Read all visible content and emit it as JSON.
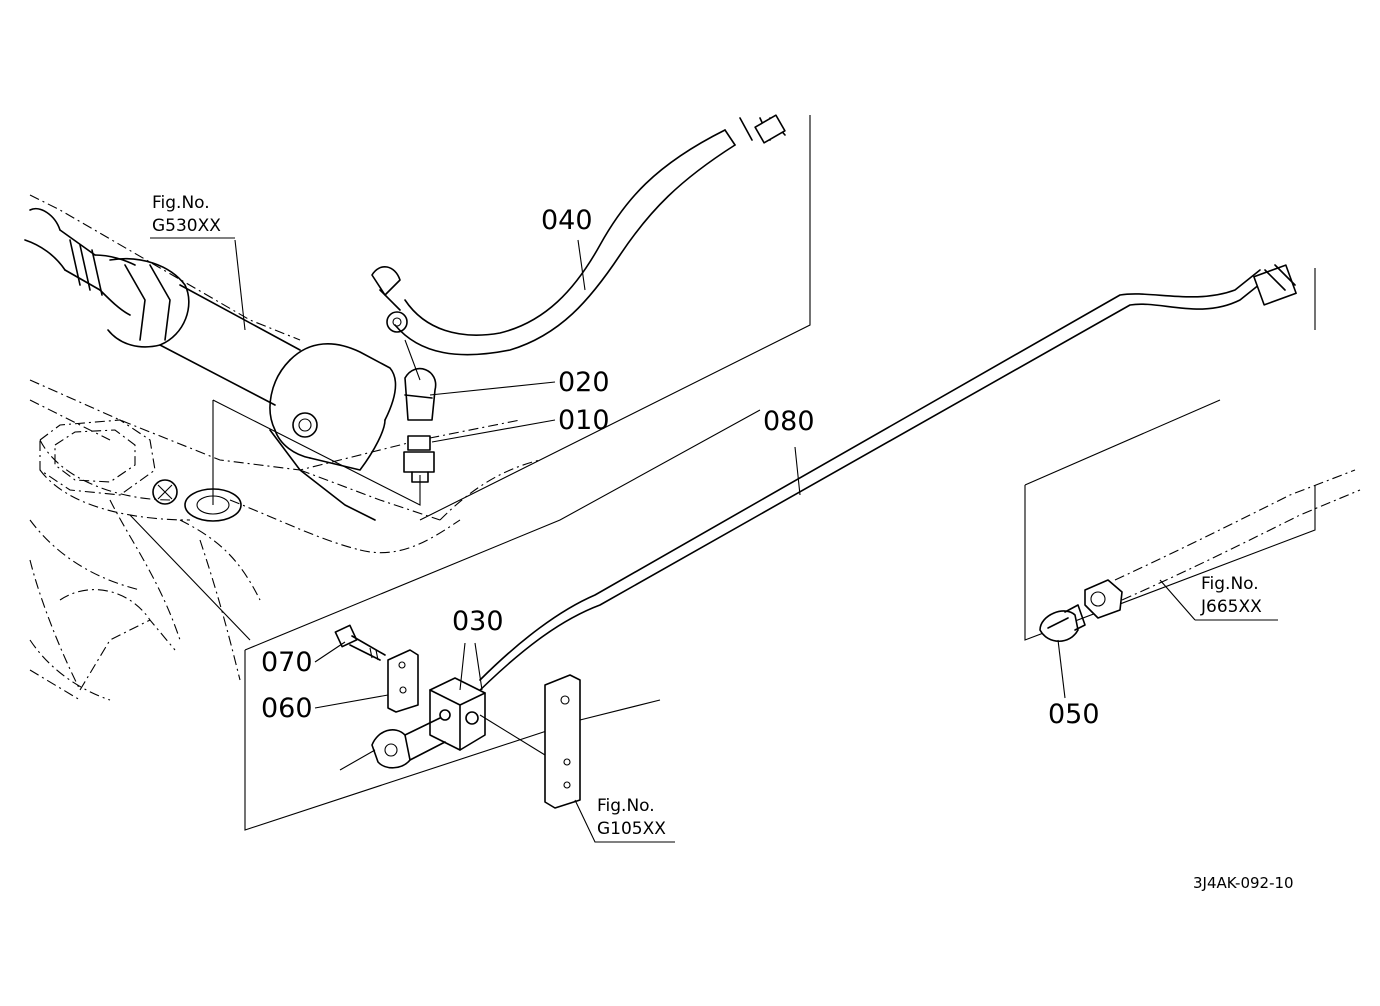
{
  "part_labels": {
    "p010": "010",
    "p020": "020",
    "p030": "030",
    "p040": "040",
    "p050": "050",
    "p060": "060",
    "p070": "070",
    "p080": "080"
  },
  "figure_refs": {
    "g530": {
      "line1": "Fig.No.",
      "line2": "G530XX"
    },
    "g105": {
      "line1": "Fig.No.",
      "line2": "G105XX"
    },
    "j665": {
      "line1": "Fig.No.",
      "line2": "J665XX"
    }
  },
  "drawing_id": "3J4AK-092-10"
}
